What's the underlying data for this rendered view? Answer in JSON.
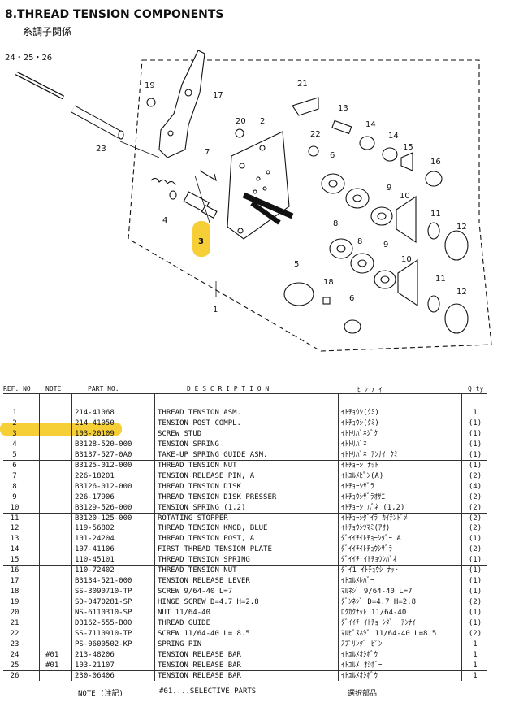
{
  "header": {
    "title": "8.THREAD TENSION COMPONENTS",
    "subtitle": "糸調子関係"
  },
  "diagram": {
    "callouts": {
      "c242526": "24・25・26",
      "c23": "23",
      "c19": "19",
      "c17": "17",
      "c20": "20",
      "c2": "2",
      "c21": "21",
      "c13": "13",
      "c14": "14",
      "c22": "22",
      "c14b": "14",
      "c15": "15",
      "c16": "16",
      "c7": "7",
      "c6": "6",
      "c4": "4",
      "c3": "3",
      "c9": "9",
      "c10": "10",
      "c11": "11",
      "c12": "12",
      "c8": "8",
      "c9b": "9",
      "c10b": "10",
      "c8b": "8",
      "c5": "5",
      "c18": "18",
      "c11b": "11",
      "c12b": "12",
      "c6b": "6",
      "c1": "1"
    },
    "highlight_label": "3"
  },
  "table": {
    "headers": {
      "ref": "REF. NO",
      "note": "NOTE",
      "part": "PART NO.",
      "desc": "D E S C R I P T I O N",
      "kana": "ﾋ ﾝ   ﾒ   ｲ",
      "qty": "Q'ty"
    },
    "rows": [
      {
        "ref": "1",
        "note": "",
        "part": "214-41068",
        "desc": "THREAD TENSION ASM.",
        "kana": "ｲﾄﾁｮｳｼ(ｸﾐ)",
        "qty": "1"
      },
      {
        "ref": "2",
        "note": "",
        "part": "214-41050",
        "desc": "TENSION POST COMPL.",
        "kana": "ｲﾄﾁｮｳｼ(ｸﾐ)",
        "qty": "(1)"
      },
      {
        "ref": "3",
        "note": "",
        "part": "103-20109",
        "desc": "SCREW STUD",
        "kana": "ｲﾄﾄﾘﾊﾞﾈｼﾞｸ",
        "qty": "(1)"
      },
      {
        "ref": "4",
        "note": "",
        "part": "B3128-520-000",
        "desc": "TENSION SPRING",
        "kana": "ｲﾄﾄﾘﾊﾞﾈ",
        "qty": "(1)"
      },
      {
        "ref": "5",
        "note": "",
        "part": "B3137-527-0A0",
        "desc": "TAKE-UP SPRING GUIDE ASM.",
        "kana": "ｲﾄﾄﾘﾊﾞﾈ ｱﾝﾅｲ ｸﾐ",
        "qty": "(1)"
      },
      {
        "ref": "6",
        "note": "",
        "part": "B3125-012-000",
        "desc": "THREAD TENSION NUT",
        "kana": "ｲﾄﾁｮｰｼ ﾅｯﾄ",
        "qty": "(1)"
      },
      {
        "ref": "7",
        "note": "",
        "part": "226-18201",
        "desc": "TENSION RELEASE PIN, A",
        "kana": "ｲﾄﾕﾙﾒﾋﾟﾝ(A)",
        "qty": "(2)"
      },
      {
        "ref": "8",
        "note": "",
        "part": "B3126-012-000",
        "desc": "THREAD TENSION DISK",
        "kana": "ｲﾄﾁｮｰｼｻﾞﾗ",
        "qty": "(4)"
      },
      {
        "ref": "9",
        "note": "",
        "part": "226-17906",
        "desc": "THREAD TENSION DISK PRESSER",
        "kana": "ｲﾄﾁｮｳｼｻﾞﾗｵｻｴ",
        "qty": "(2)"
      },
      {
        "ref": "10",
        "note": "",
        "part": "B3129-526-000",
        "desc": "TENSION SPRING (1,2)",
        "kana": "ｲﾄﾁｮｰｼ ﾊﾞﾈ (1,2)",
        "qty": "(2)"
      },
      {
        "ref": "11",
        "note": "",
        "part": "B3120-125-000",
        "desc": "ROTATING STOPPER",
        "kana": "ｲﾄﾁｮｰｼﾀﾞｲﾗ ｶｲﾃﾝﾄﾞﾒ",
        "qty": "(2)"
      },
      {
        "ref": "12",
        "note": "",
        "part": "119-56802",
        "desc": "THREAD TENSION KNOB, BLUE",
        "kana": "ｲﾄﾁｮｳｼﾂﾏﾐ(ｱｵ)",
        "qty": "(2)"
      },
      {
        "ref": "13",
        "note": "",
        "part": "101-24204",
        "desc": "THREAD TENSION POST, A",
        "kana": "ﾀﾞｲｲﾁｲﾄﾁｮｰｼﾀﾞｰ A",
        "qty": "(1)"
      },
      {
        "ref": "14",
        "note": "",
        "part": "107-41106",
        "desc": "FIRST THREAD TENSION PLATE",
        "kana": "ﾀﾞｲｲﾁｲﾄﾁｮｳｼｻﾞﾗ",
        "qty": "(2)"
      },
      {
        "ref": "15",
        "note": "",
        "part": "110-45101",
        "desc": "THREAD TENSION SPRING",
        "kana": "ﾀﾞｲｲﾁ ｲﾄﾁｮｳｼﾊﾞﾈ",
        "qty": "(1)"
      },
      {
        "ref": "16",
        "note": "",
        "part": "110-72402",
        "desc": "THREAD TENSION NUT",
        "kana": "ﾀﾞｲ1 ｲﾄﾁｮｳｼ ﾅｯﾄ",
        "qty": "(1)"
      },
      {
        "ref": "17",
        "note": "",
        "part": "B3134-521-000",
        "desc": "TENSION RELEASE LEVER",
        "kana": "ｲﾄﾕﾙﾒﾚﾊﾞｰ",
        "qty": "(1)"
      },
      {
        "ref": "18",
        "note": "",
        "part": "SS-3090710-TP",
        "desc": "SCREW 9/64-40 L=7",
        "kana": "ﾏﾙﾈｼﾞ 9/64-40 L=7",
        "qty": "(1)"
      },
      {
        "ref": "19",
        "note": "",
        "part": "SD-0470281-SP",
        "desc": "HINGE SCREW  D=4.7 H=2.8",
        "kana": "ﾀﾞﾝﾈｼﾞ D=4.7 H=2.8",
        "qty": "(2)"
      },
      {
        "ref": "20",
        "note": "",
        "part": "NS-6110310-SP",
        "desc": "NUT 11/64-40",
        "kana": "ﾛｸｶｸﾅｯﾄ 11/64-40",
        "qty": "(1)"
      },
      {
        "ref": "21",
        "note": "",
        "part": "D3162-555-B00",
        "desc": "THREAD GUIDE",
        "kana": "ﾀﾞｲｲﾁ ｲﾄﾁｮｰｼﾀﾞｰ ｱﾝﾅｲ",
        "qty": "(1)"
      },
      {
        "ref": "22",
        "note": "",
        "part": "SS-7110910-TP",
        "desc": "SCREW 11/64-40 L= 8.5",
        "kana": "ﾏﾙﾋﾞｽﾈｼﾞ 11/64-40 L=8.5",
        "qty": "(2)"
      },
      {
        "ref": "23",
        "note": "",
        "part": "PS-0600502-KP",
        "desc": "SPRING PIN",
        "kana": "ｽﾌﾟﾘﾝｸﾞ ﾋﾟﾝ",
        "qty": "1"
      },
      {
        "ref": "24",
        "note": "#01",
        "part": "213-48206",
        "desc": "TENSION RELEASE BAR",
        "kana": "ｲﾄﾕﾙﾒｵｼﾎﾞｳ",
        "qty": "1"
      },
      {
        "ref": "25",
        "note": "#01",
        "part": "103-21107",
        "desc": "TENSION RELEASE BAR",
        "kana": "ｲﾄﾕﾙﾒ ｵｼﾎﾞｰ",
        "qty": "1"
      },
      {
        "ref": "26",
        "note": "",
        "part": "230-06406",
        "desc": "TENSION RELEASE BAR",
        "kana": "ｲﾄﾕﾙﾒｵｼﾎﾞｳ",
        "qty": "1"
      }
    ]
  },
  "footer": {
    "note_label": "NOTE (注記)",
    "note_text": "#01....SELECTIVE PARTS",
    "note_jp": "選択部品"
  },
  "colors": {
    "highlight": "#f6cf36",
    "ink": "#111111"
  }
}
